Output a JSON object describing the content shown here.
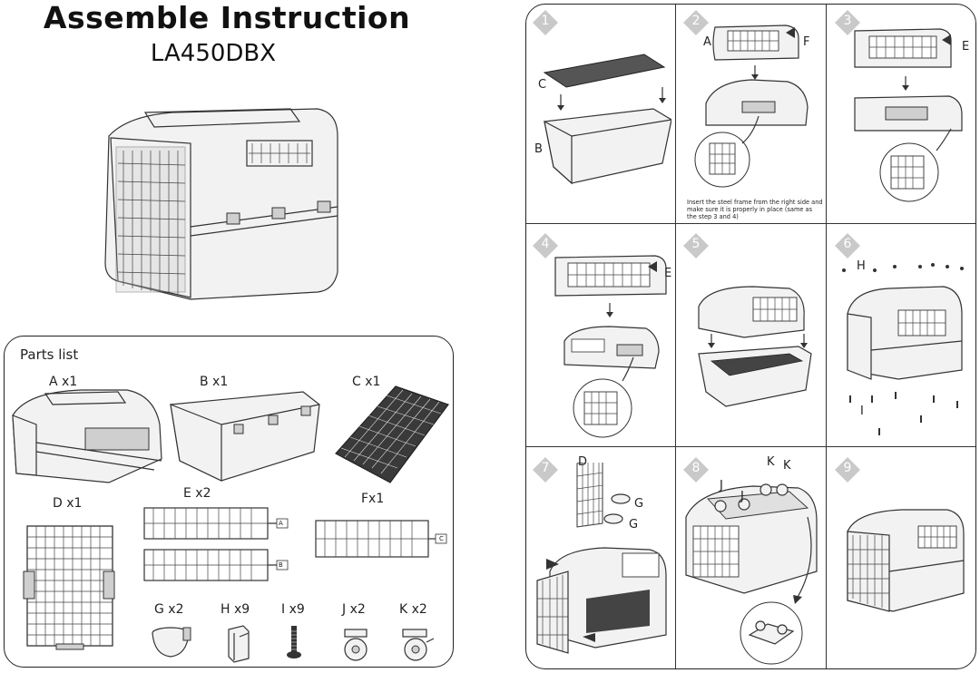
{
  "header": {
    "title": "Assemble Instruction",
    "model": "LA450DBX"
  },
  "parts_list": {
    "title": "Parts list",
    "items": [
      {
        "id": "A",
        "label": "A x1"
      },
      {
        "id": "B",
        "label": "B x1"
      },
      {
        "id": "C",
        "label": "C x1"
      },
      {
        "id": "D",
        "label": "D x1"
      },
      {
        "id": "E",
        "label": "E x2"
      },
      {
        "id": "F",
        "label": "Fx1"
      },
      {
        "id": "G",
        "label": "G x2"
      },
      {
        "id": "H",
        "label": "H x9"
      },
      {
        "id": "I",
        "label": "I x9"
      },
      {
        "id": "J",
        "label": "J x2"
      },
      {
        "id": "K",
        "label": "K x2"
      }
    ],
    "tags": {
      "e_top": "A",
      "e_bottom": "B",
      "f": "C"
    }
  },
  "steps": [
    {
      "number": "1",
      "labels": [
        "C",
        "B"
      ]
    },
    {
      "number": "2",
      "labels": [
        "A",
        "F"
      ],
      "note": "Insert the steel frame from the right side and make sure it is properly in place (same as the step 3 and 4)"
    },
    {
      "number": "3",
      "labels": [
        "E"
      ]
    },
    {
      "number": "4",
      "labels": [
        "E"
      ]
    },
    {
      "number": "5",
      "labels": []
    },
    {
      "number": "6",
      "labels": [
        "H",
        "I"
      ]
    },
    {
      "number": "7",
      "labels": [
        "D",
        "G",
        "G"
      ]
    },
    {
      "number": "8",
      "labels": [
        "K",
        "K",
        "J",
        "J"
      ]
    },
    {
      "number": "9",
      "labels": []
    }
  ],
  "colors": {
    "badge": "#c9c9c9",
    "line": "#333333"
  }
}
